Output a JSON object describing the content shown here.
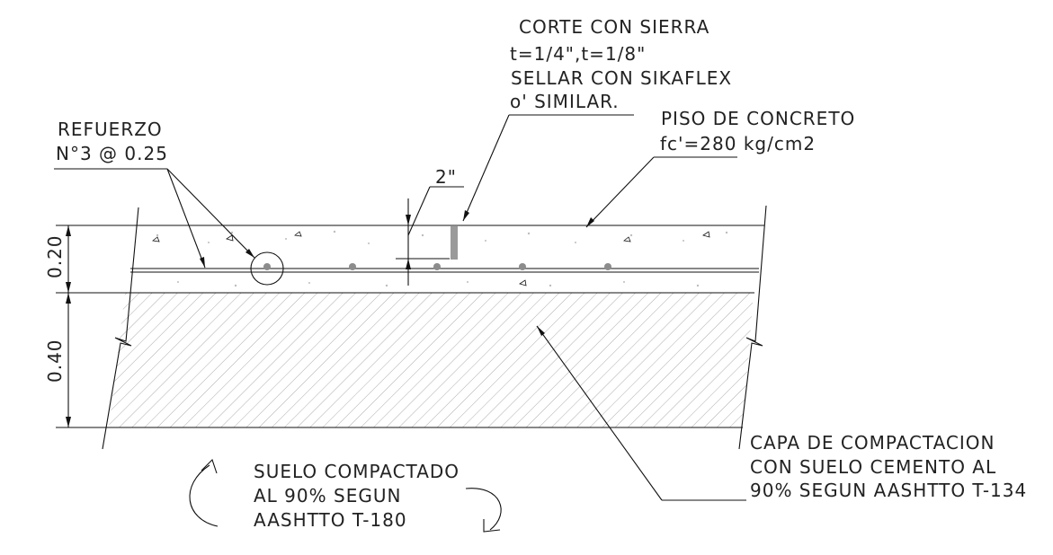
{
  "labels": {
    "saw_cut": [
      "CORTE CON SIERRA",
      "t=1/4\",t=1/8\"",
      "SELLAR CON SIKAFLEX",
      "o' SIMILAR."
    ],
    "concrete_floor": [
      "PISO DE CONCRETO",
      "fc'=280 kg/cm2"
    ],
    "reinforcement": [
      "REFUERZO",
      "N°3 @ 0.25"
    ],
    "cut_depth": "2\"",
    "compacted_soil": [
      "SUELO COMPACTADO",
      "AL 90% SEGUN",
      "AASHTTO T-180"
    ],
    "compaction_layer": [
      "CAPA DE COMPACTACION",
      "CON SUELO CEMENTO AL",
      "90% SEGUN AASHTTO T-134"
    ]
  },
  "dimensions": {
    "slab_thickness": "0.20",
    "base_thickness": "0.40"
  },
  "colors": {
    "line": "#111111",
    "hatch": "#8a8a8a",
    "rebar": "#8c8c8c",
    "joint": "#9a9a9a"
  }
}
